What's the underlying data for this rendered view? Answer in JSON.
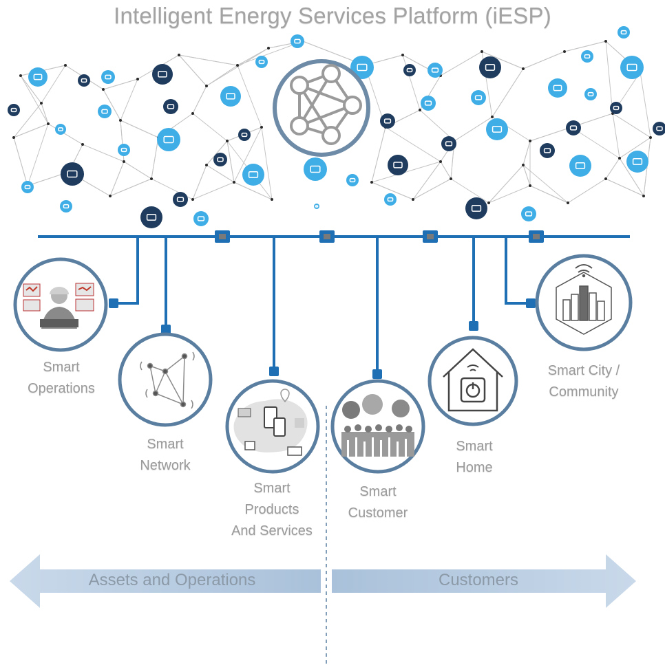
{
  "title": "Intelligent Energy Services Platform (iESP)",
  "nodes": [
    {
      "id": "operations",
      "lines": [
        "Smart",
        "Operations"
      ],
      "icon": "operator-dashboard-icon"
    },
    {
      "id": "network",
      "lines": [
        "Smart",
        "Network"
      ],
      "icon": "network-graph-icon"
    },
    {
      "id": "products",
      "lines": [
        "Smart",
        "Products",
        "And Services"
      ],
      "icon": "devices-map-icon"
    },
    {
      "id": "customer",
      "lines": [
        "Smart",
        "Customer"
      ],
      "icon": "people-group-icon"
    },
    {
      "id": "home",
      "lines": [
        "Smart",
        "Home"
      ],
      "icon": "smart-home-icon"
    },
    {
      "id": "city",
      "lines": [
        "Smart City /",
        "Community"
      ],
      "icon": "smart-city-icon"
    }
  ],
  "arrows": {
    "left": "Assets and Operations",
    "right": "Customers"
  },
  "colors": {
    "bus": "#1f6fb5",
    "ring": "#5a7ea0",
    "light_node": "#40aee6",
    "dark_node": "#1f3c5e",
    "arrow": "#b8cde2"
  }
}
